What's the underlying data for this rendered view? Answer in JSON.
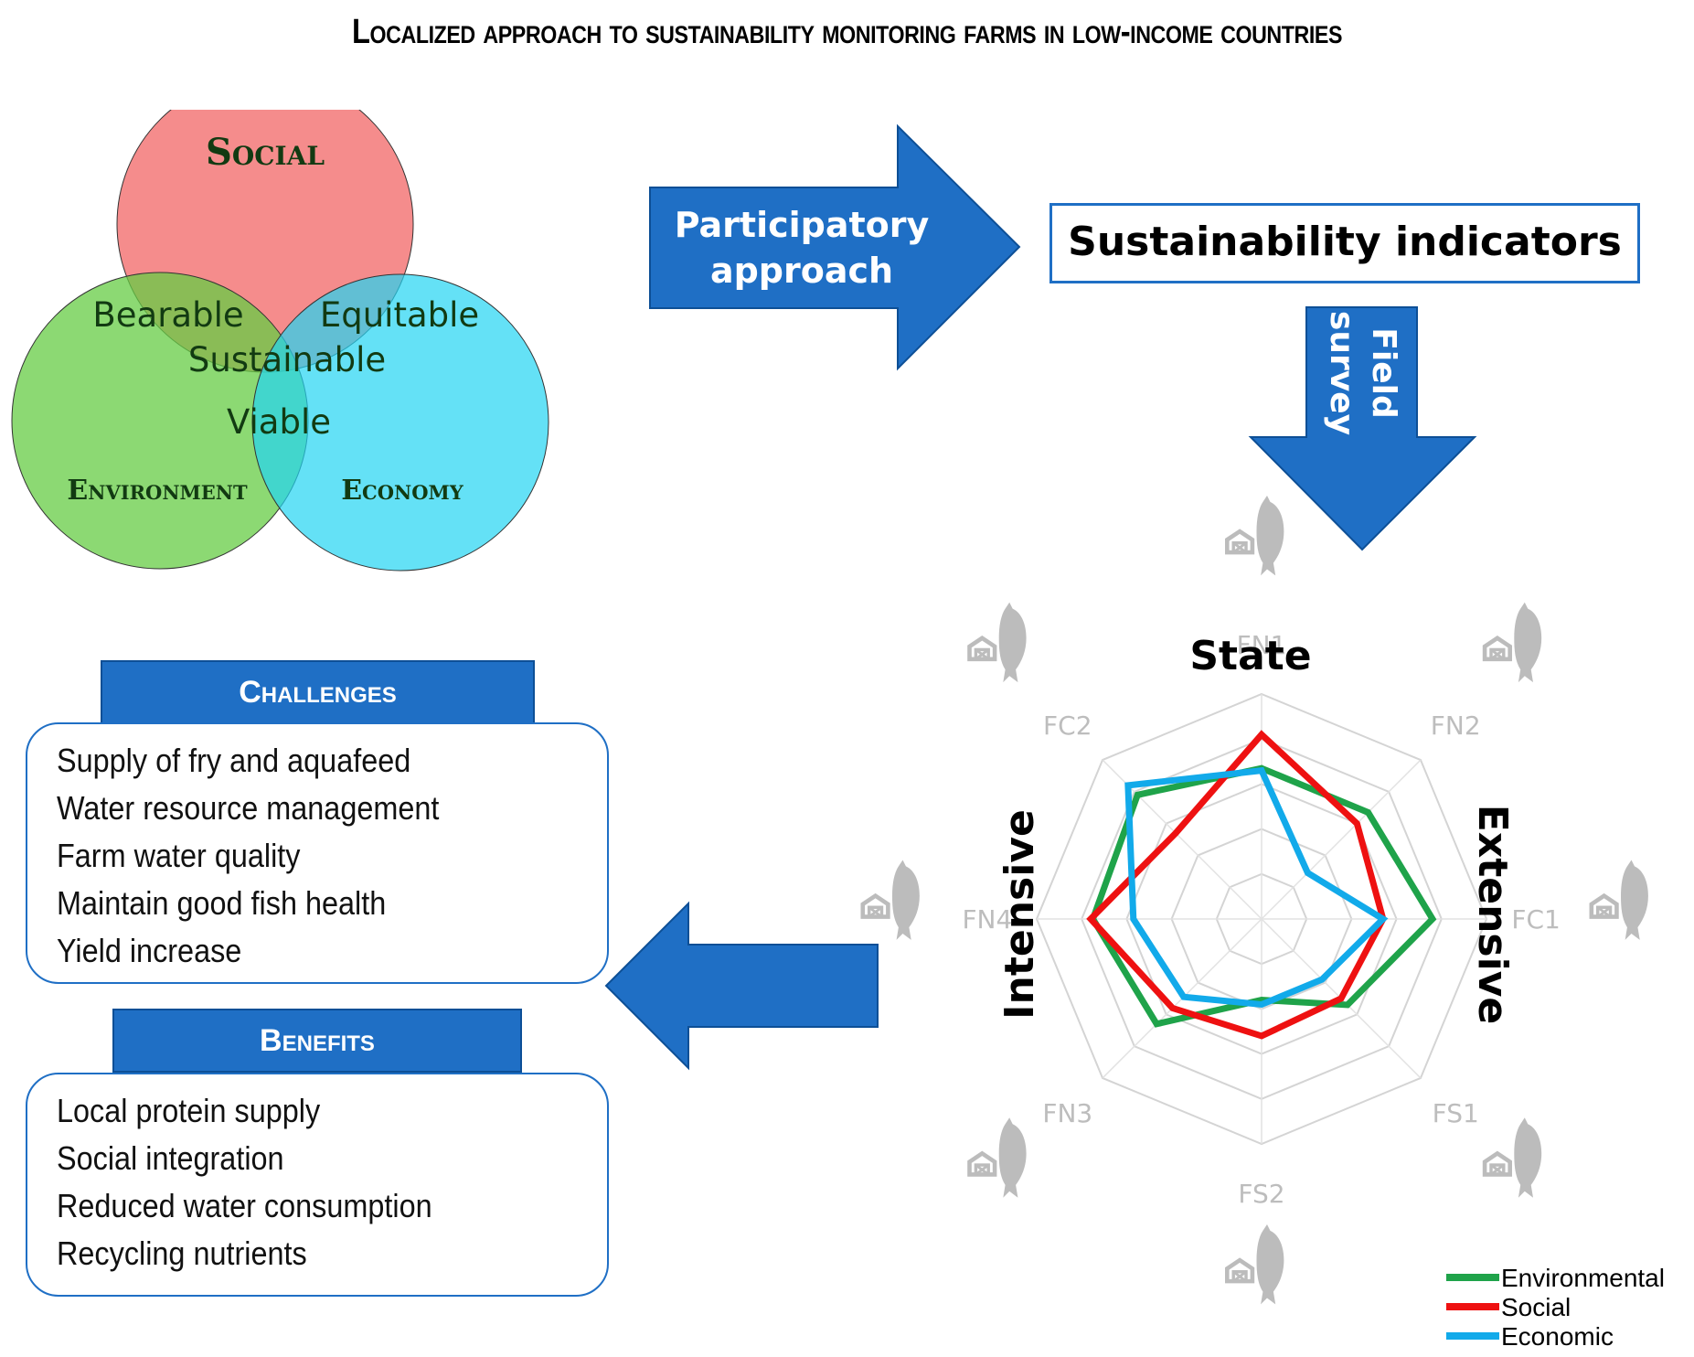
{
  "title": "Localized approach to sustainability monitoring farms in low-income countries",
  "venn": {
    "social": "Social",
    "environment": "Environment",
    "economy": "Economy",
    "bearable": "Bearable",
    "equitable": "Equitable",
    "sustainable": "Sustainable",
    "viable": "Viable",
    "colors": {
      "social": "#f47f7f",
      "environment": "#66cc44",
      "economy": "#22d4f2"
    }
  },
  "flow": {
    "participatory": "Participatory approach",
    "participatory_line1": "Participatory",
    "participatory_line2": "approach",
    "indicators": "Sustainability indicators",
    "field_line1": "Field",
    "field_line2": "survey"
  },
  "challenges": {
    "header": "Challenges",
    "items": [
      "Supply of fry and aquafeed",
      "Water resource management",
      "Farm water quality",
      "Maintain good fish health",
      "Yield increase"
    ]
  },
  "benefits": {
    "header": "Benefits",
    "items": [
      "Local protein supply",
      "Social integration",
      "Reduced water consumption",
      "Recycling nutrients"
    ]
  },
  "radar": {
    "state_label": "State",
    "extensive_label": "Extensive",
    "intensive_label": "Intensive",
    "icon": "barn-fish-icon"
  },
  "chart_data": {
    "type": "radar",
    "categories": [
      "FN1",
      "FN2",
      "FC1",
      "FS1",
      "FS2",
      "FN3",
      "FN4",
      "FC2"
    ],
    "rmax": 1.0,
    "grid_levels": [
      0.2,
      0.4,
      0.6,
      0.8,
      1.0
    ],
    "series": [
      {
        "name": "Environmental",
        "color": "#1fa34a",
        "values": [
          0.67,
          0.67,
          0.76,
          0.54,
          0.36,
          0.66,
          0.75,
          0.78
        ]
      },
      {
        "name": "Social",
        "color": "#ee1111",
        "values": [
          0.82,
          0.6,
          0.54,
          0.5,
          0.52,
          0.56,
          0.76,
          0.54
        ]
      },
      {
        "name": "Economic",
        "color": "#12aaea",
        "values": [
          0.66,
          0.29,
          0.54,
          0.38,
          0.38,
          0.49,
          0.57,
          0.84
        ]
      }
    ]
  }
}
